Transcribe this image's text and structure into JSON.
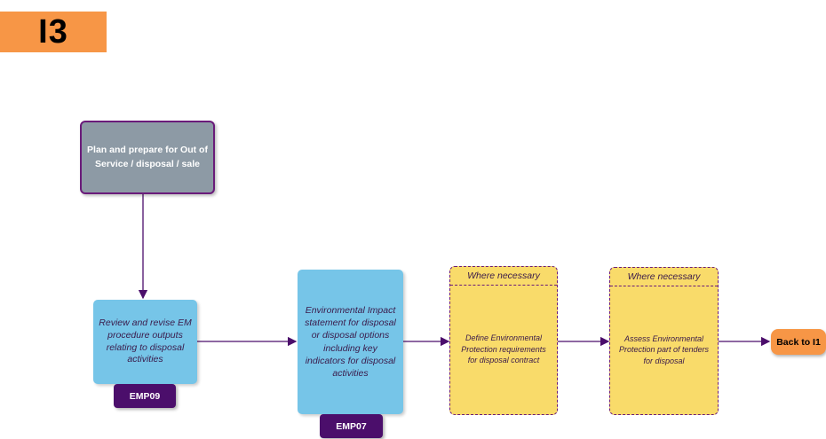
{
  "page_id": "I3",
  "nodes": {
    "plan": "Plan and prepare for Out of Service / disposal / sale",
    "review": "Review and revise EM procedure outputs relating to disposal activities",
    "review_tag": "EMP09",
    "env_impact": "Environmental Impact statement for disposal or disposal options including key indicators for disposal activities",
    "env_impact_tag": "EMP07",
    "define": {
      "header": "Where necessary",
      "body": "Define Environmental Protection requirements for disposal contract"
    },
    "assess": {
      "header": "Where necessary",
      "body": "Assess Environmental Protection part of tenders for disposal"
    },
    "back": "Back to I1"
  },
  "colors": {
    "accent_orange": "#f79646",
    "box_blue": "#76c5e8",
    "box_grey": "#8d9aa5",
    "tag_purple": "#4b0e6b",
    "box_yellow": "#f9db6a",
    "connector": "#4b0e6b"
  }
}
